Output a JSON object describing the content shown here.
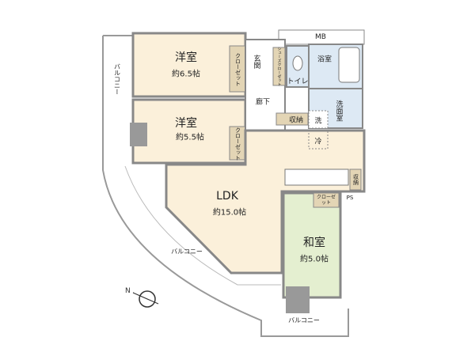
{
  "rooms": {
    "western1": {
      "name": "洋室",
      "area": "約6.5帖"
    },
    "western2": {
      "name": "洋室",
      "area": "約5.5帖"
    },
    "ldk": {
      "name": "LDK",
      "area": "約15.0帖"
    },
    "japanese": {
      "name": "和室",
      "area": "約5.0帖"
    }
  },
  "labels": {
    "closet": "クローゼット",
    "shoe_closet": "シューズクローゼット",
    "entrance": "玄関",
    "toilet": "トイレ",
    "bath": "浴室",
    "washroom": "洗面室",
    "hallway": "廊下",
    "storage": "収納",
    "washer": "洗",
    "fridge": "冷",
    "mb": "MB",
    "ps": "PS",
    "balcony": "バルコニー"
  },
  "colors": {
    "western": "#fbf0da",
    "wet": "#dde9f4",
    "japanese": "#e4efd0",
    "closet": "#e3d5b5",
    "wall": "#888888"
  }
}
